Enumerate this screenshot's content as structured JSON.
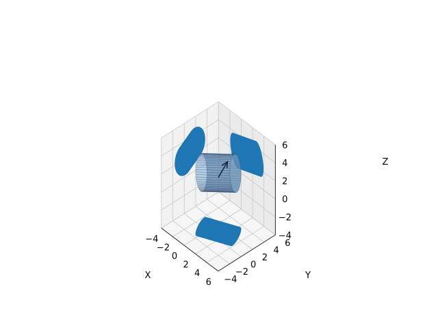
{
  "chart_data": {
    "type": "3d-surface",
    "title": "",
    "xlabel": "X",
    "ylabel": "Y",
    "zlabel": "Z",
    "xlim": [
      -4,
      6
    ],
    "ylim": [
      -4,
      6
    ],
    "zlim": [
      -4,
      6
    ],
    "x_ticks": [
      "−4",
      "−2",
      "0",
      "2",
      "4",
      "6"
    ],
    "y_ticks": [
      "−4",
      "−2",
      "0",
      "2",
      "4",
      "6"
    ],
    "z_ticks": [
      "−4",
      "−2",
      "0",
      "2",
      "4",
      "6"
    ],
    "grid": true,
    "series": [
      {
        "kind": "cylinder",
        "axis_start": [
          -1,
          0,
          2
        ],
        "axis_end": [
          3,
          2,
          3
        ],
        "radius": 1.8,
        "color": "#5e94c0",
        "alpha": 0.55
      },
      {
        "kind": "projection",
        "plane": "x",
        "value": -4,
        "color": "#1f77b4"
      },
      {
        "kind": "projection",
        "plane": "y",
        "value": 6,
        "color": "#1f77b4"
      },
      {
        "kind": "projection",
        "plane": "z",
        "value": -4,
        "color": "#1f77b4"
      },
      {
        "kind": "arrow",
        "start": [
          1,
          1,
          2
        ],
        "end": [
          1.8,
          1.8,
          3.8
        ],
        "color": "#0d2b42"
      }
    ],
    "pane_colors": {
      "back": "#f2f2f2",
      "side": "#ebebeb",
      "floor": "#f6f6f6"
    },
    "gridline_color": "#c8c8c8"
  }
}
